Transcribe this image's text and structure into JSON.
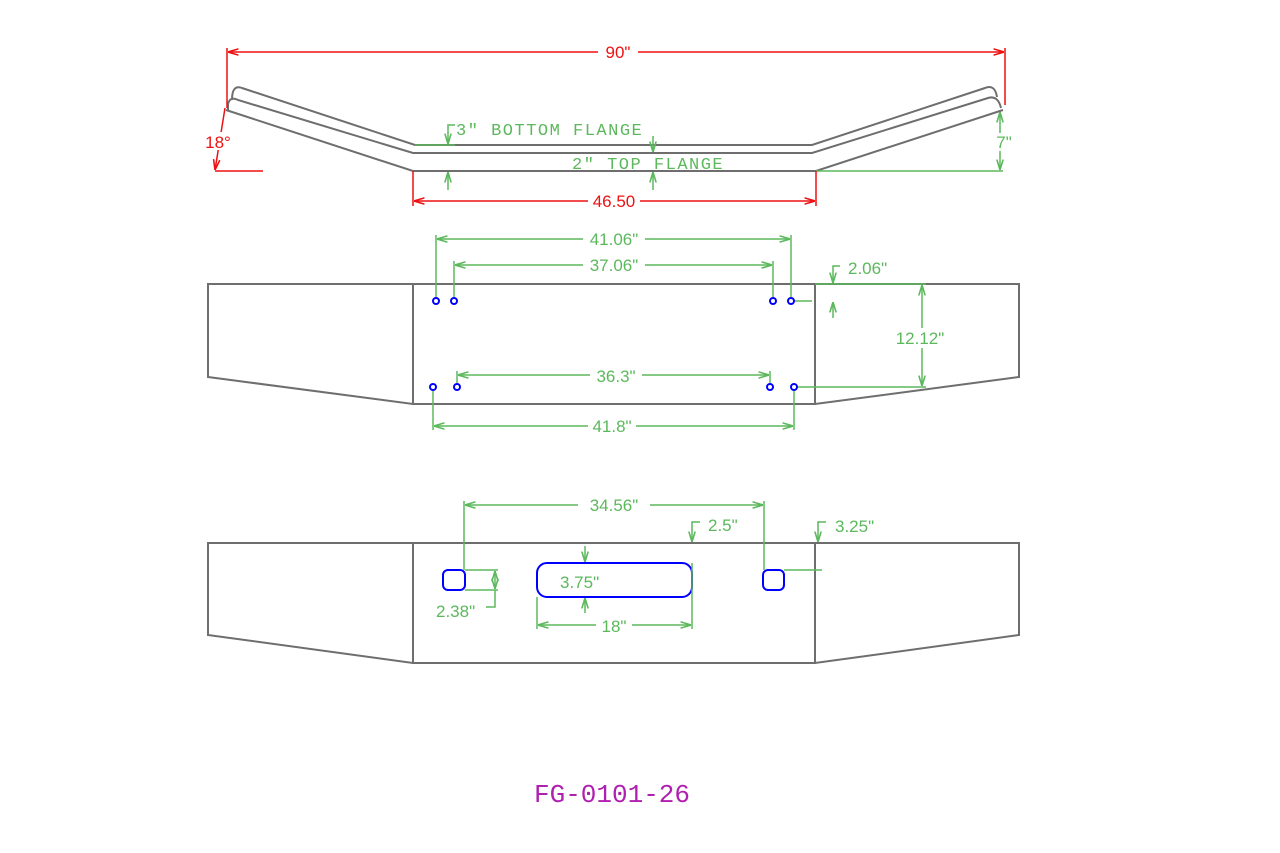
{
  "top_view": {
    "overall_length": "90\"",
    "end_angle": "18°",
    "end_height": "7\"",
    "bottom_flange": "3\" BOTTOM FLANGE",
    "top_flange": "2\" TOP FLANGE",
    "center_length": "46.50"
  },
  "front_view": {
    "top_outer_holes": "41.06\"",
    "top_inner_holes": "37.06\"",
    "top_hole_offset": "2.06\"",
    "hole_row_spacing": "12.12\"",
    "bottom_inner_holes": "36.3\"",
    "bottom_outer_holes": "41.8\""
  },
  "cutout_view": {
    "slot_spacing": "34.56\"",
    "center_slot_offset": "2.5\"",
    "side_slot_offset": "3.25\"",
    "small_slot_height": "2.38\"",
    "center_slot_height": "3.75\"",
    "center_slot_width": "18\""
  },
  "part_number": "FG-0101-26",
  "colors": {
    "outline": "#6e6e6e",
    "dimension": "#5cb85c",
    "key_dimension": "#ee1111",
    "holes": "#0000ff",
    "part_number": "#b020b0"
  }
}
